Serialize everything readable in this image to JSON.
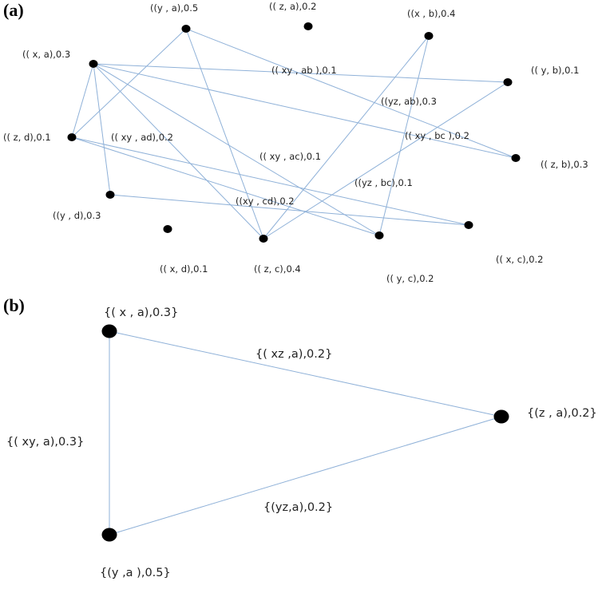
{
  "panels": {
    "a": {
      "label": "(a)",
      "nodes": [
        {
          "id": "xa",
          "label": "(( x, a),0.3"
        },
        {
          "id": "ya",
          "label": "((y , a),0.5"
        },
        {
          "id": "za",
          "label": "(( z, a),0.2"
        },
        {
          "id": "xb",
          "label": "((x , b),0.4"
        },
        {
          "id": "yb",
          "label": "(( y, b),0.1"
        },
        {
          "id": "zd",
          "label": "(( z, d),0.1"
        },
        {
          "id": "zb",
          "label": "(( z, b),0.3"
        },
        {
          "id": "yd",
          "label": "((y , d),0.3"
        },
        {
          "id": "xd",
          "label": "(( x, d),0.1"
        },
        {
          "id": "zc",
          "label": "(( z, c),0.4"
        },
        {
          "id": "yc",
          "label": "(( y, c),0.2"
        },
        {
          "id": "xc",
          "label": "(( x, c),0.2"
        }
      ],
      "edge_labels": [
        {
          "id": "xyab",
          "label": "(( xy , ab ),0.1"
        },
        {
          "id": "yzab",
          "label": "((yz, ab),0.3"
        },
        {
          "id": "xyad",
          "label": "(( xy , ad),0.2"
        },
        {
          "id": "xybc",
          "label": "(( xy , bc ),0.2"
        },
        {
          "id": "xyac",
          "label": "(( xy , ac),0.1"
        },
        {
          "id": "yzbc",
          "label": "((yz , bc),0.1"
        },
        {
          "id": "xycd",
          "label": "((xy , cd),0.2"
        }
      ],
      "edges": [
        [
          "xa",
          "yb"
        ],
        [
          "xa",
          "zb"
        ],
        [
          "xa",
          "zd"
        ],
        [
          "xa",
          "yd"
        ],
        [
          "xa",
          "zc"
        ],
        [
          "xa",
          "yc"
        ],
        [
          "ya",
          "zd"
        ],
        [
          "ya",
          "zc"
        ],
        [
          "ya",
          "zb"
        ],
        [
          "xb",
          "zc"
        ],
        [
          "xb",
          "yc"
        ],
        [
          "yb",
          "zc"
        ],
        [
          "zd",
          "xc"
        ],
        [
          "zd",
          "yc"
        ],
        [
          "yd",
          "xc"
        ]
      ]
    },
    "b": {
      "label": "(b)",
      "nodes": [
        {
          "id": "xa",
          "label": "{( x , a),0.3}"
        },
        {
          "id": "za",
          "label": "{(z , a),0.2}"
        },
        {
          "id": "ya",
          "label": "{(y ,a ),0.5}"
        }
      ],
      "edge_labels": [
        {
          "id": "xza",
          "label": "{( xz ,a),0.2}"
        },
        {
          "id": "xya",
          "label": "{( xy, a),0.3}"
        },
        {
          "id": "yza",
          "label": "{(yz,a),0.2}"
        }
      ],
      "edges": [
        [
          "xa",
          "za"
        ],
        [
          "xa",
          "ya"
        ],
        [
          "ya",
          "za"
        ]
      ]
    }
  }
}
